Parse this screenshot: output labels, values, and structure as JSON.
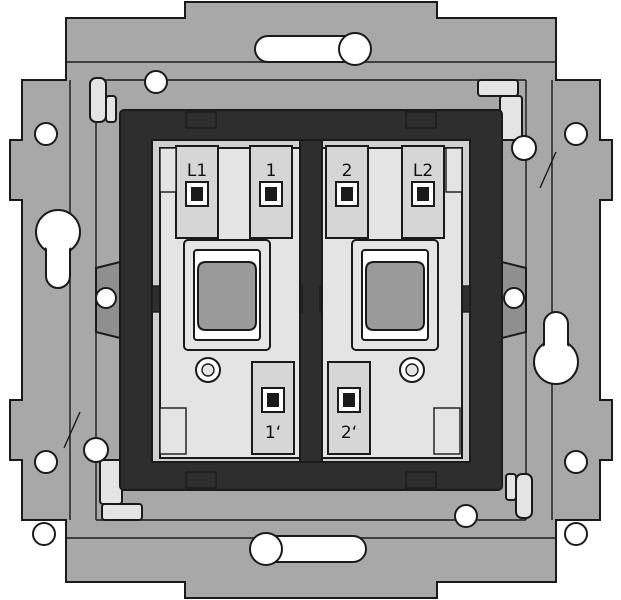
{
  "colors": {
    "plate": "#a8a8a8",
    "plate_dark": "#8f8f8f",
    "frame": "#2e2e2e",
    "insert": "#cfcfcf",
    "insert_light": "#e4e4e4",
    "terminal": "#d6d6d6",
    "window": "#9a9a9a",
    "line": "#1a1a1a",
    "white": "#ffffff"
  },
  "terminals": {
    "top": [
      "L1",
      "1",
      "2",
      "L2"
    ],
    "bottom": [
      "1‘",
      "2‘"
    ]
  },
  "icons": {
    "screw": "screw-terminal-icon",
    "mount_hole": "mounting-hole-icon",
    "keyhole": "keyhole-slot-icon",
    "contact": "contact-window-icon"
  }
}
